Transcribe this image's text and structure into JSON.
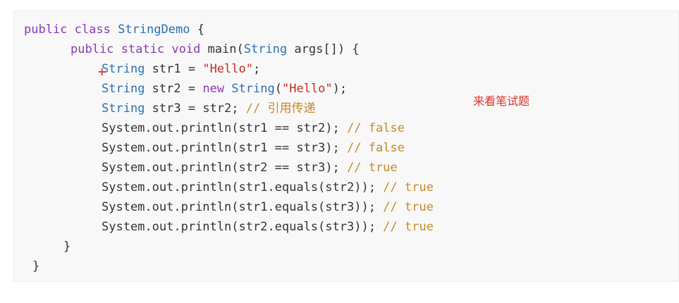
{
  "annotation": "来看笔试题",
  "code": {
    "l1": {
      "kw1": "public",
      "kw2": "class",
      "name": "StringDemo",
      "brace": "{"
    },
    "l2": {
      "kw1": "public",
      "kw2": "static",
      "kw3": "void",
      "name": "main(",
      "type": "String",
      "rest": "args[]) {"
    },
    "l3": {
      "type": "String",
      "var": "str1 = ",
      "str": "\"Hello\"",
      "end": ";"
    },
    "l4": {
      "type": "String",
      "var": "str2 = ",
      "kw": "new",
      "type2": "String",
      "open": "(",
      "str": "\"Hello\"",
      "end": ");"
    },
    "l5": {
      "type": "String",
      "var": "str3 = str2; ",
      "comment": "// 引用传递"
    },
    "l6": {
      "code": "System.out.println(str1 == str2); ",
      "comment": "// false"
    },
    "l7": {
      "code": "System.out.println(str1 == str3); ",
      "comment": "// false"
    },
    "l8": {
      "code": "System.out.println(str2 == str3); ",
      "comment": "// true"
    },
    "l9": {
      "code": "System.out.println(str1.equals(str2)); ",
      "comment": "// true"
    },
    "l10": {
      "code": "System.out.println(str1.equals(str3)); ",
      "comment": "// true"
    },
    "l11": {
      "code": "System.out.println(str2.equals(str3)); ",
      "comment": "// true"
    },
    "l12": {
      "brace": "}"
    },
    "l13": {
      "brace": "}"
    }
  }
}
